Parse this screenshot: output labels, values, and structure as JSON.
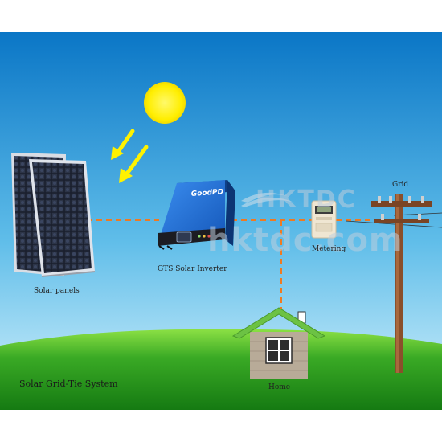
{
  "diagram": {
    "title": "Solar Grid-Tie System",
    "labels": {
      "solar_panels": "Solar panels",
      "inverter": "GTS Solar Inverter",
      "metering": "Metering",
      "grid": "Grid",
      "home": "Home"
    },
    "inverter_brand": "GoodPD",
    "watermark": {
      "top": "HKTDC",
      "bottom": "hktdc.com"
    },
    "colors": {
      "sky_top": "#0a76c6",
      "sky_bottom": "#cfeefb",
      "grass_dark": "#1f8f1a",
      "grass_light": "#7ad13b",
      "sun": "#ffee00",
      "arrow": "#fff200",
      "wire_dashed": "#ef7a21",
      "inverter_blue": "#1d6fd1",
      "roof_green": "#6cc244",
      "pole_brown": "#8a4f2b"
    }
  }
}
